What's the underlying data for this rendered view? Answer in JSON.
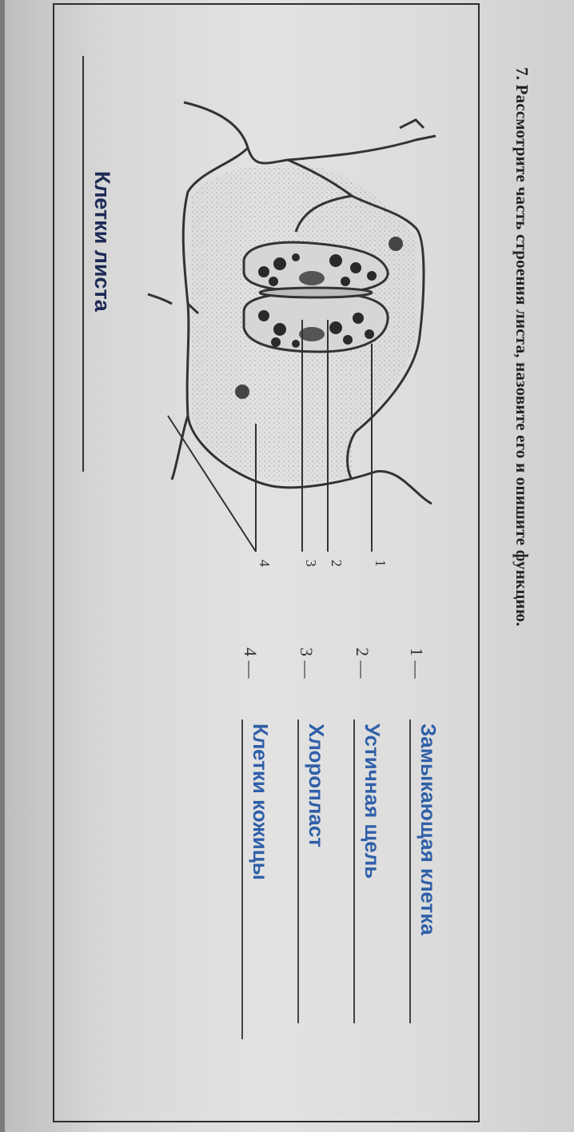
{
  "question": {
    "text": "7. Рассмотрите часть строения листа, назовите его и опишите функцию."
  },
  "caption": {
    "text": "Клетки листа"
  },
  "diagram": {
    "labels": [
      "1",
      "2",
      "3",
      "4"
    ]
  },
  "answers": [
    {
      "number": "1 —",
      "text": "Замыкающая клетка"
    },
    {
      "number": "2 —",
      "text": "Устичная щель"
    },
    {
      "number": "3 —",
      "text": "Хлоропласт"
    },
    {
      "number": "4 —",
      "text": "Клетки кожицы"
    }
  ],
  "colors": {
    "ink": "#2f5fa8",
    "caption": "#1d2a55",
    "print": "#222222"
  }
}
